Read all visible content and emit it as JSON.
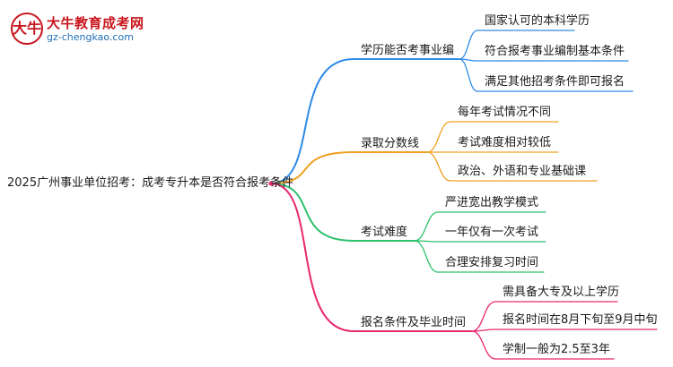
{
  "logo": {
    "title": "大牛教育成考网",
    "url": "gz-chengkao.com",
    "mark": "大牛"
  },
  "root": {
    "label": "2025广州事业单位招考：成考专升本是否符合报考条件"
  },
  "branches": [
    {
      "label": "学历能否考事业编",
      "color": "#2f8be8",
      "leaves": [
        "国家认可的本科学历",
        "符合报考事业编制基本条件",
        "满足其他招考条件即可报名"
      ]
    },
    {
      "label": "录取分数线",
      "color": "#f0a020",
      "leaves": [
        "每年考试情况不同",
        "考试难度相对较低",
        "政治、外语和专业基础课"
      ]
    },
    {
      "label": "考试难度",
      "color": "#2cc06b",
      "leaves": [
        "严进宽出教学模式",
        "一年仅有一次考试",
        "合理安排复习时间"
      ]
    },
    {
      "label": "报名条件及毕业时间",
      "color": "#e8276f",
      "leaves": [
        "需具备大专及以上学历",
        "报名时间在8月下旬至9月中旬",
        "学制一般为2.5至3年"
      ]
    }
  ]
}
